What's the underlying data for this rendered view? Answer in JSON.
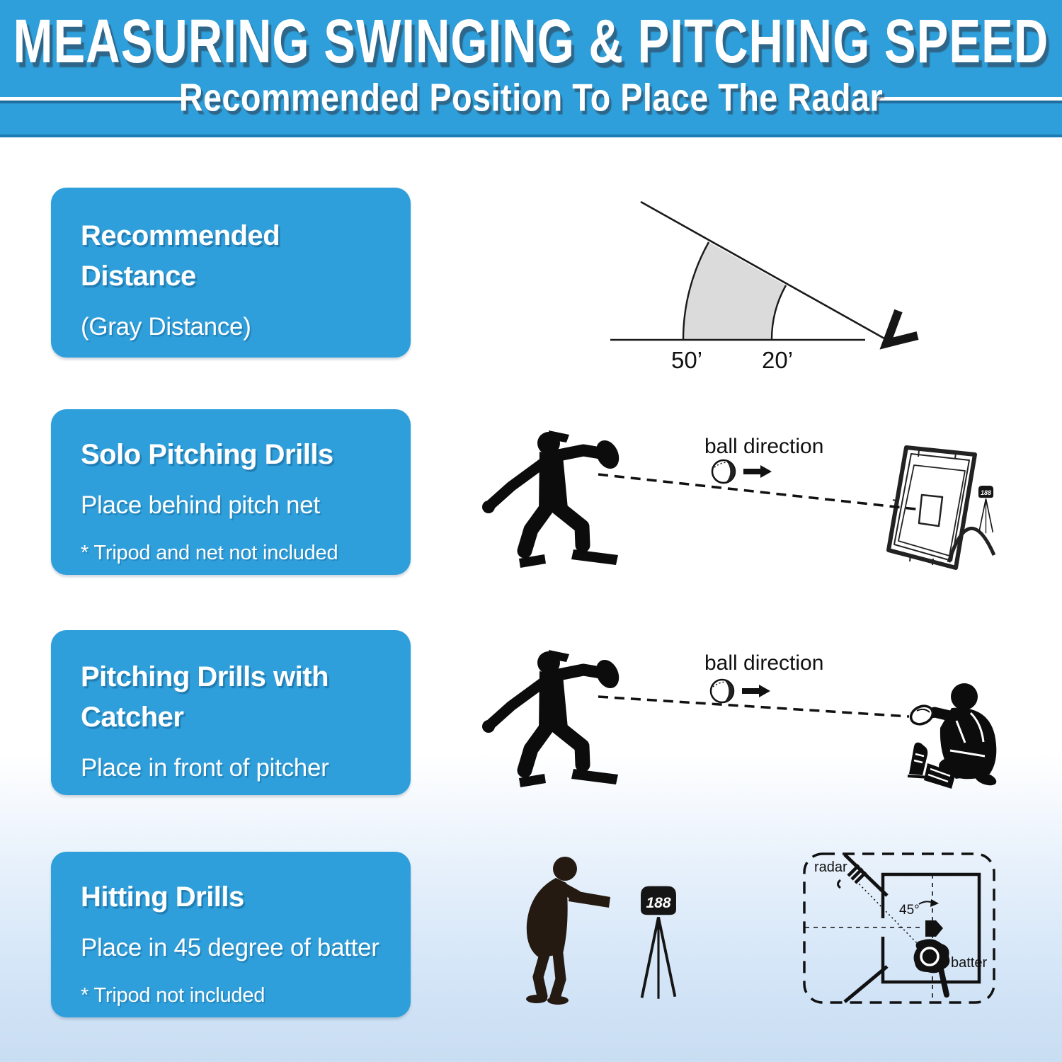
{
  "colors": {
    "banner": "#2E9FDA",
    "banner_edge": "#1B7CB3",
    "card": "#2F9FDB",
    "sector": "#DBDBDB",
    "ink": "#111111",
    "bg_bottom": "#C9DDF2"
  },
  "header": {
    "title": "MEASURING SWINGING & PITCHING SPEED",
    "subtitle": "Recommended Position To Place The Radar"
  },
  "radar_display": "188",
  "sections": [
    {
      "card": {
        "title_lines": [
          "Recommended",
          "Distance"
        ],
        "subtitle": "(Gray Distance)"
      },
      "diagram": {
        "far_label": "50’",
        "near_label": "20’"
      }
    },
    {
      "card": {
        "title_lines": [
          "Solo Pitching Drills"
        ],
        "subtitle": "Place behind pitch net",
        "note": "* Tripod and net not included"
      },
      "diagram": {
        "ball_direction": "ball direction"
      }
    },
    {
      "card": {
        "title_lines": [
          "Pitching Drills with",
          "Catcher"
        ],
        "subtitle": "Place in front of pitcher"
      },
      "diagram": {
        "ball_direction": "ball direction"
      }
    },
    {
      "card": {
        "title_lines": [
          "Hitting Drills"
        ],
        "subtitle": "Place in 45 degree of batter",
        "note": "* Tripod not included"
      },
      "diagram": {
        "radar_label": "radar",
        "angle_label": "45°",
        "batter_label": "batter"
      }
    }
  ]
}
